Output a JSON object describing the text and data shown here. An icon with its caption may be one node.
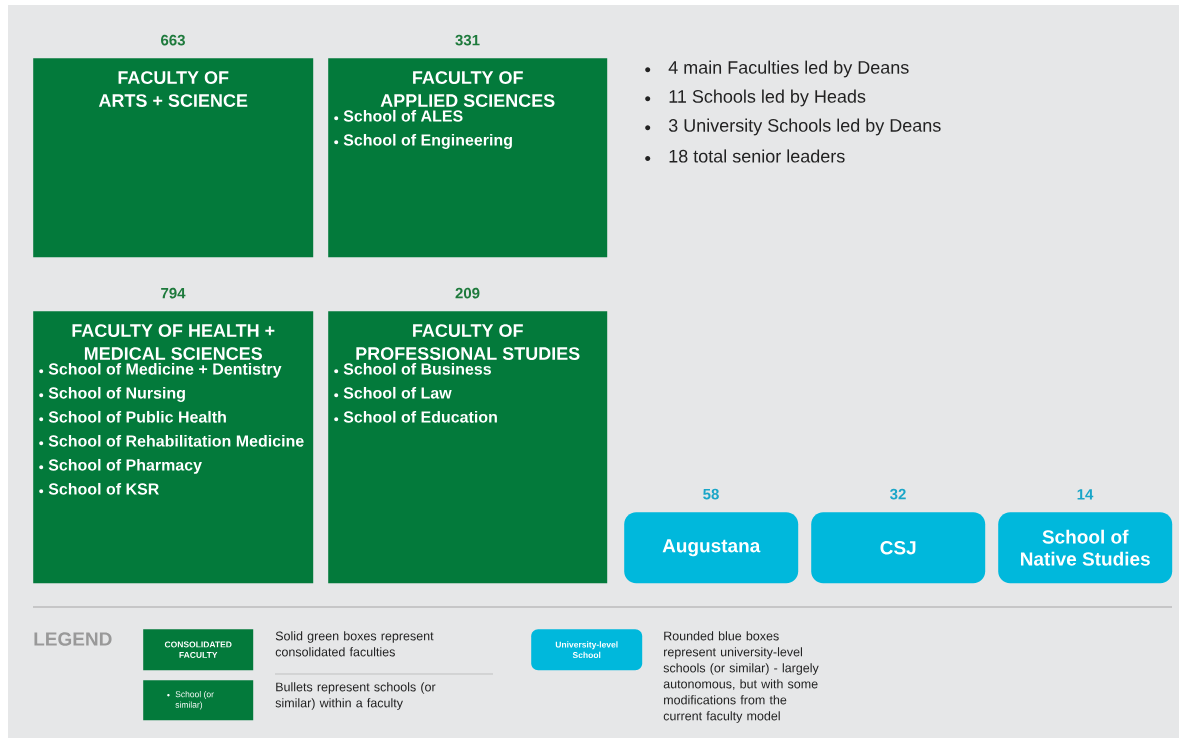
{
  "diagram": {
    "nodes": [
      {
        "text": [
          "FACULTY OF ARTS + SCIENCE"
        ],
        "beside": [
          "663"
        ]
      },
      {
        "text": [
          "FACULTY OF APPLIED SCIENCES",
          "School of ALES",
          "School of Engineering"
        ],
        "beside": [
          "331"
        ]
      },
      {
        "text": [
          "FACULTY OF HEALTH + MEDICAL SCIENCES",
          "School of Medicine + Dentistry",
          "School of Nursing",
          "School of Public Health",
          "School of Rehabilitation Medicine",
          "School of Pharmacy",
          "School of KSR"
        ],
        "beside": [
          "794"
        ]
      },
      {
        "text": [
          "FACULTY OF PROFESSIONAL STUDIES",
          "School of Business",
          "School of Law",
          "School of Education"
        ],
        "beside": [
          "209"
        ]
      },
      {
        "text": [
          "Augustana"
        ],
        "beside": [
          "58"
        ]
      },
      {
        "text": [
          "CSJ"
        ],
        "beside": [
          "32"
        ]
      },
      {
        "text": [
          "School of Native Studies"
        ],
        "beside": [
          "14"
        ]
      },
      {
        "text": [
          "CONSOLIDATED FACULTY"
        ]
      },
      {
        "text": [
          "School (or similar)"
        ]
      },
      {
        "text": [
          "University-level School"
        ]
      }
    ],
    "labels": [
      "4 main Faculties led by Deans",
      "11 Schools led by Heads",
      "3 University Schools led by Deans",
      "18 total senior leaders",
      "LEGEND"
    ],
    "legend": [
      {
        "text": "Solid green boxes represent consolidated faculties"
      },
      {
        "text": "Bullets represent schools (or similar) within a faculty"
      },
      {
        "text": "Rounded blue boxes represent university-level schools (or similar) - largely autonomous, but with some modifications from the current faculty model"
      }
    ]
  }
}
